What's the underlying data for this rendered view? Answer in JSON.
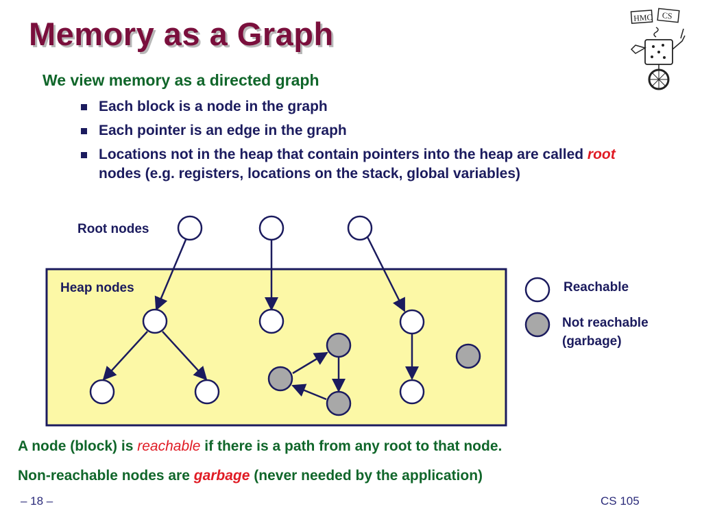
{
  "slide": {
    "title": "Memory as a Graph",
    "subtitle": "We view memory as a directed graph",
    "bullets": [
      "Each block is a node in the graph",
      "Each pointer is an edge in the graph"
    ],
    "bullet3": {
      "text_before": "Locations not in the heap that contain pointers into the heap are called ",
      "emph": "root",
      "text_after": " nodes  (e.g. registers, locations on the stack, global variables)"
    }
  },
  "diagram": {
    "root_label": "Root nodes",
    "heap_label": "Heap nodes",
    "legend": {
      "reachable": "Reachable",
      "not_reachable_line1": "Not reachable",
      "not_reachable_line2": "(garbage)"
    }
  },
  "footer": {
    "line1_before": "A node (block) is ",
    "line1_emph": "reachable",
    "line1_after": "  if there is a path from any root to that node.",
    "line2_before": "Non-reachable nodes are ",
    "line2_emph": "garbage",
    "line2_after": " (never needed by the application)",
    "page_number": "– 18 –",
    "course": "CS 105"
  },
  "logo": {
    "text_hmc": "HMC",
    "text_cs": "CS"
  },
  "colors": {
    "title": "#7a0f3c",
    "subtitle": "#10662a",
    "body_text": "#1b1b5e",
    "emphasis": "#e01b24",
    "heap_fill": "#fcf8a6",
    "heap_border": "#1b1b5e",
    "reachable_fill": "#ffffff",
    "garbage_fill": "#a8a8a8"
  }
}
